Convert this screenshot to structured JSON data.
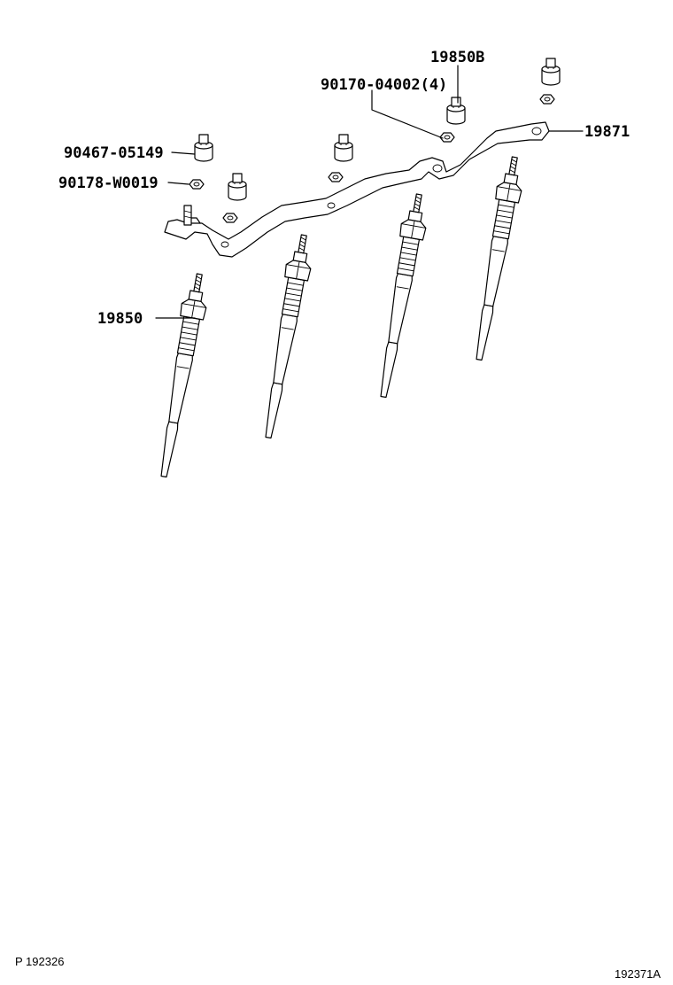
{
  "labels": {
    "part_19850B": "19850B",
    "part_90170": "90170-04002(4)",
    "part_19871": "19871",
    "part_90467": "90467-05149",
    "part_90178": "90178-W0019",
    "part_19850": "19850"
  },
  "footer": {
    "page_ref": "P 192326",
    "drawing_id": "192371A"
  }
}
